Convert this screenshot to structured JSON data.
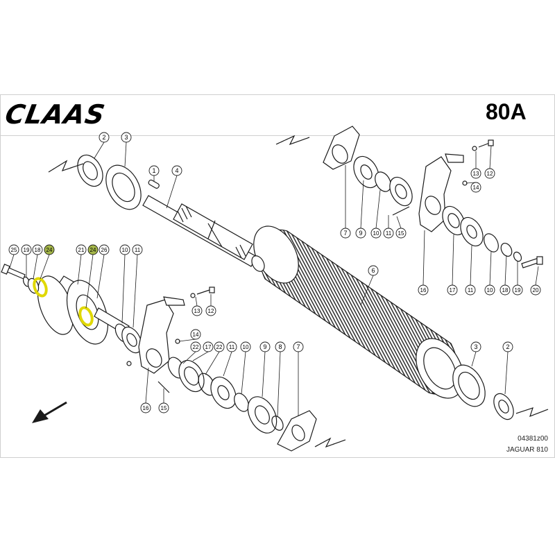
{
  "header": {
    "brand_logo": "CLAAS",
    "page_code": "80A"
  },
  "footer": {
    "drawing_code": "04381z00",
    "model": "JAGUAR 810"
  },
  "colors": {
    "highlight": "#f5f019",
    "highlight_callout": "#a6b84a",
    "line": "#1a1a1a"
  },
  "callouts": [
    {
      "label": "2"
    },
    {
      "label": "3"
    },
    {
      "label": "1"
    },
    {
      "label": "4"
    },
    {
      "label": "7"
    },
    {
      "label": "9"
    },
    {
      "label": "10"
    },
    {
      "label": "11"
    },
    {
      "label": "15"
    },
    {
      "label": "13"
    },
    {
      "label": "12"
    },
    {
      "label": "14"
    },
    {
      "label": "16"
    },
    {
      "label": "17"
    },
    {
      "label": "11"
    },
    {
      "label": "10"
    },
    {
      "label": "18"
    },
    {
      "label": "19"
    },
    {
      "label": "20"
    },
    {
      "label": "25"
    },
    {
      "label": "19"
    },
    {
      "label": "18"
    },
    {
      "label": "24",
      "highlighted": true
    },
    {
      "label": "21"
    },
    {
      "label": "24",
      "highlighted": true
    },
    {
      "label": "26"
    },
    {
      "label": "10"
    },
    {
      "label": "11"
    },
    {
      "label": "6"
    },
    {
      "label": "13"
    },
    {
      "label": "12"
    },
    {
      "label": "14"
    },
    {
      "label": "22"
    },
    {
      "label": "17"
    },
    {
      "label": "22"
    },
    {
      "label": "11"
    },
    {
      "label": "10"
    },
    {
      "label": "9"
    },
    {
      "label": "8"
    },
    {
      "label": "7"
    },
    {
      "label": "16"
    },
    {
      "label": "15"
    },
    {
      "label": "3"
    },
    {
      "label": "2"
    }
  ]
}
